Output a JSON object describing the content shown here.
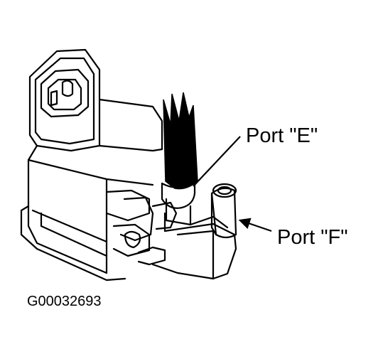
{
  "labels": {
    "port_e": "Port \"E\"",
    "port_f": "Port \"F\"",
    "figure_code": "G00032693"
  }
}
